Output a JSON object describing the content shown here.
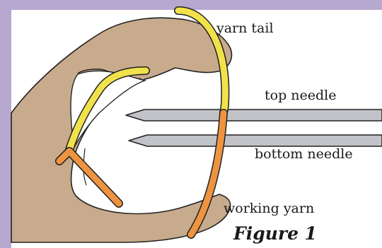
{
  "figure": {
    "title": "Figure 1",
    "labels": {
      "yarn_tail": "yarn tail",
      "top_needle": "top needle",
      "bottom_needle": "bottom needle",
      "working_yarn": "working yarn"
    }
  },
  "colors": {
    "frame": "#b7a8cf",
    "skin": "#c8aa8d",
    "yarn_tail": "#f1e24c",
    "working_yarn": "#ee9440",
    "needle": "#c2c2c9",
    "outline": "#222222"
  }
}
